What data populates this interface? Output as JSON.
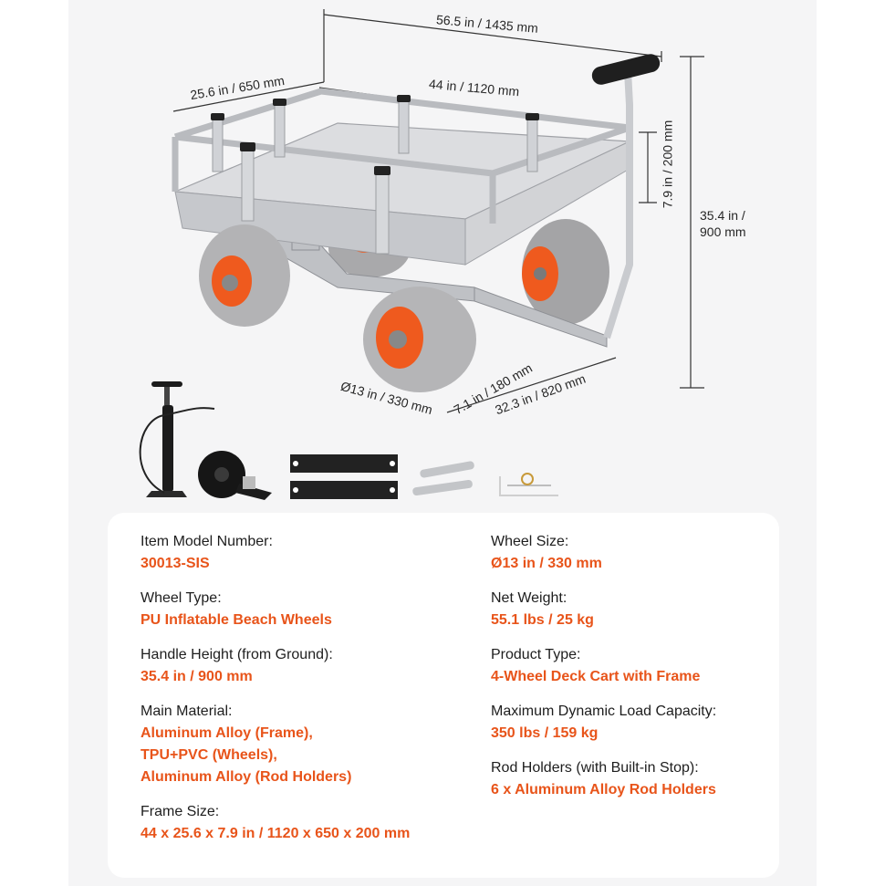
{
  "accent": "#e8541a",
  "dimensions": {
    "total_length": "56.5 in / 1435 mm",
    "frame_length": "44 in / 1120 mm",
    "frame_width": "25.6 in / 650 mm",
    "rail_height": "7.9 in / 200 mm",
    "handle_height_line1": "35.4 in /",
    "handle_height_line2": "900 mm",
    "wheel_diameter": "Ø13 in / 330 mm",
    "wheel_width": "7.1 in / 180 mm",
    "overall_width": "32.3 in / 820 mm"
  },
  "accessories": [
    "air-pump-icon",
    "strap-icon",
    "brackets-icon",
    "wrench-icon",
    "hex-keys-icon"
  ],
  "specs_left": [
    {
      "label": "Item Model Number:",
      "values": [
        "30013-SIS"
      ]
    },
    {
      "label": "Wheel Type:",
      "values": [
        "PU Inflatable Beach Wheels"
      ]
    },
    {
      "label": "Handle Height (from Ground):",
      "values": [
        "35.4 in / 900 mm"
      ]
    },
    {
      "label": "Main Material:",
      "values": [
        "Aluminum Alloy (Frame),",
        "TPU+PVC (Wheels),",
        "Aluminum Alloy (Rod Holders)"
      ]
    },
    {
      "label": "Frame Size:",
      "values": [
        "44 x 25.6 x 7.9 in / 1120 x 650 x 200 mm"
      ]
    }
  ],
  "specs_right": [
    {
      "label": "Wheel Size:",
      "values": [
        "Ø13 in / 330 mm"
      ]
    },
    {
      "label": "Net Weight:",
      "values": [
        "55.1 lbs / 25 kg"
      ]
    },
    {
      "label": "Product Type:",
      "values": [
        "4-Wheel Deck Cart with Frame"
      ]
    },
    {
      "label": "Maximum Dynamic Load Capacity:",
      "values": [
        "350 lbs / 159 kg"
      ]
    },
    {
      "label": "Rod Holders  (with Built-in Stop):",
      "values": [
        "6 x Aluminum Alloy Rod Holders"
      ]
    }
  ]
}
